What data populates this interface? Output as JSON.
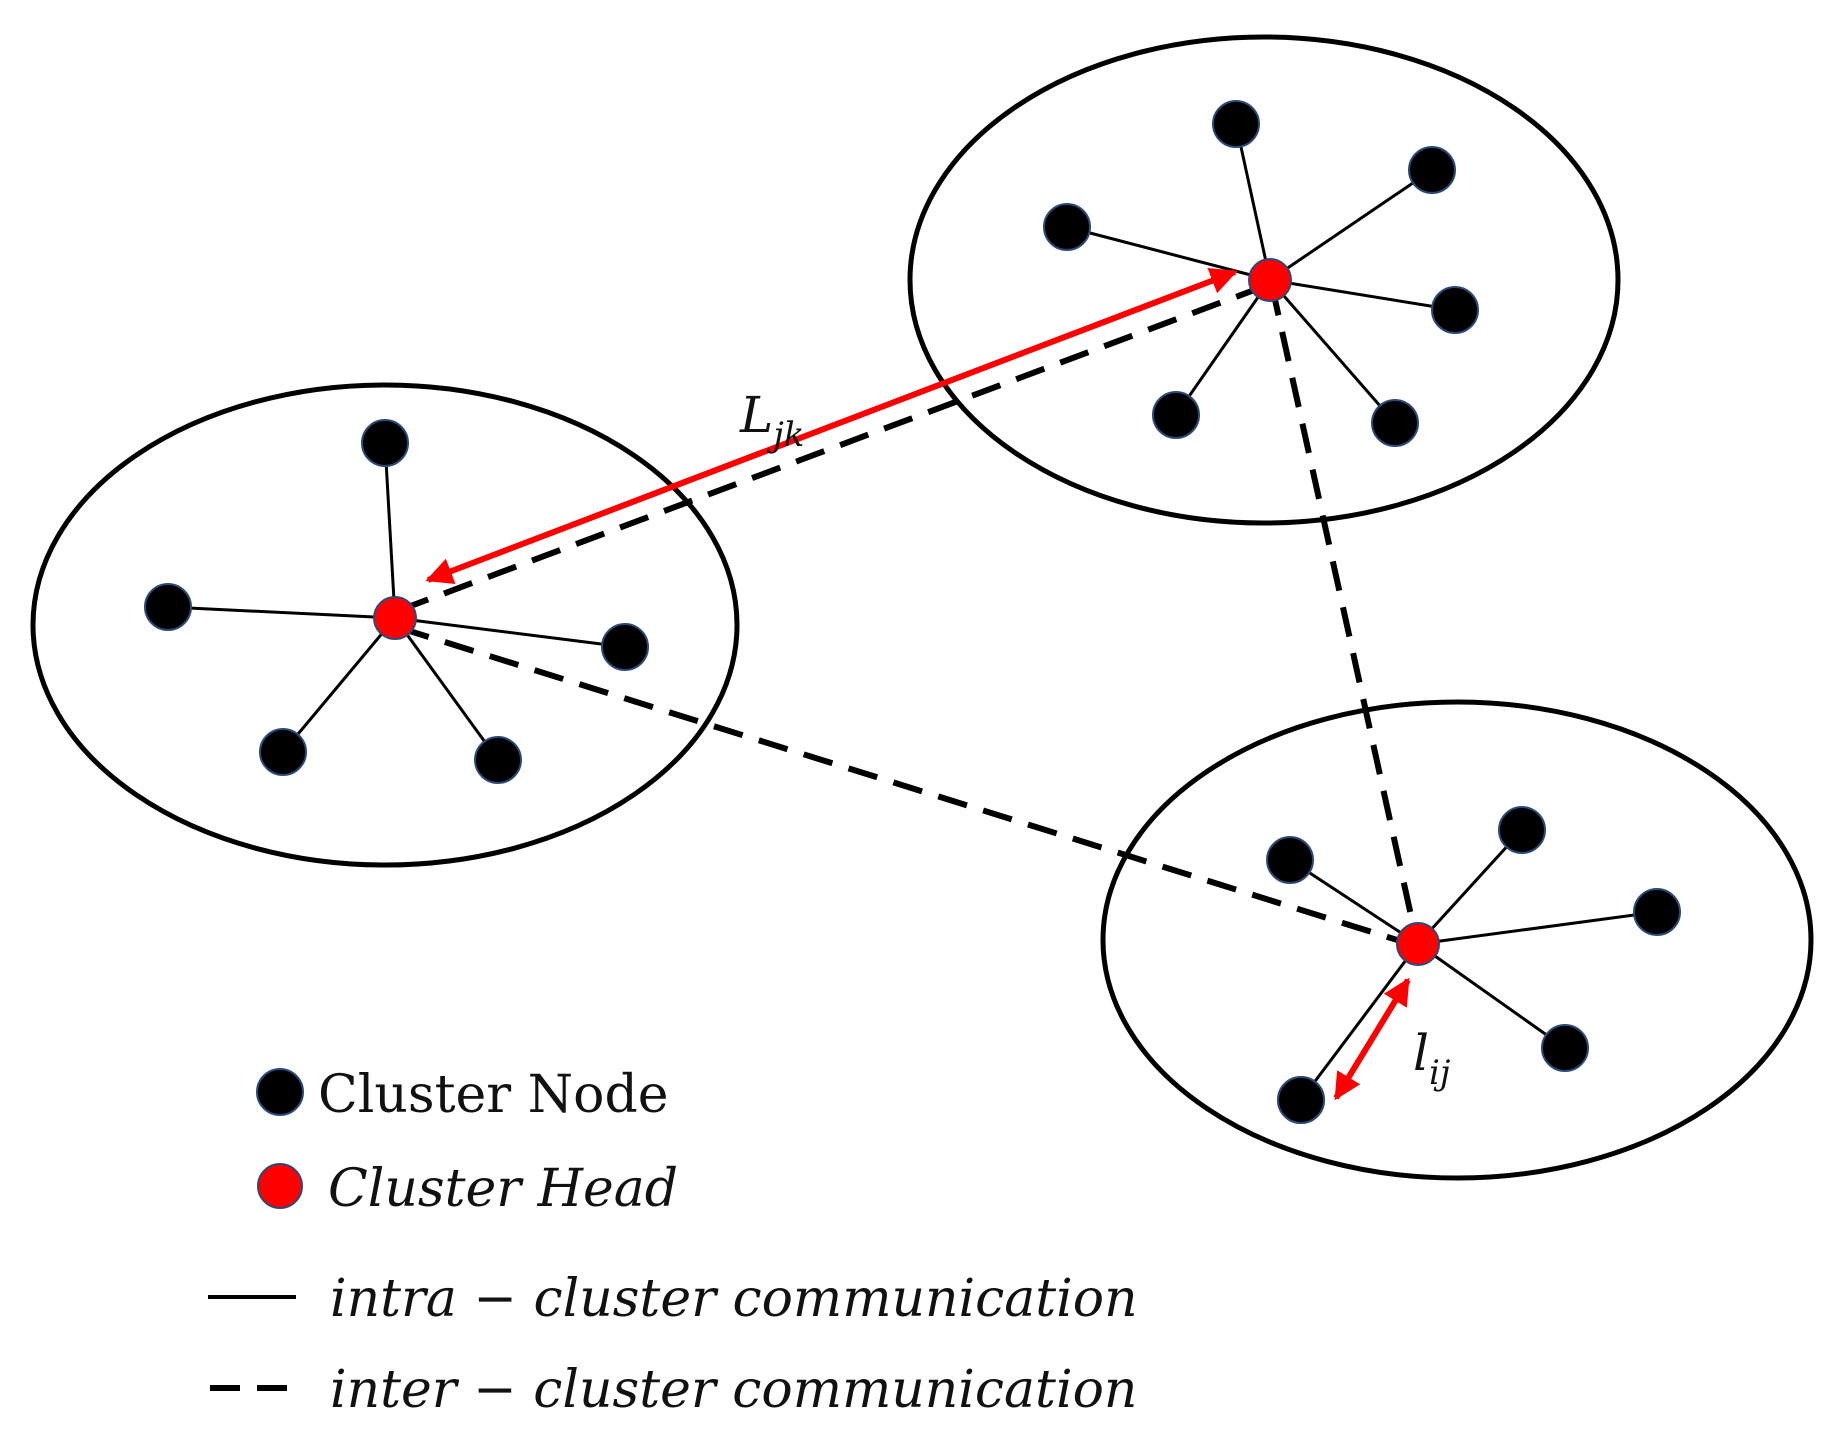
{
  "diagram": {
    "colors": {
      "node": "#000000",
      "node_outline": "#2b4a7a",
      "head": "#ff0000",
      "line": "#000000",
      "arrow": "#ff0000",
      "background": "#ffffff"
    },
    "labels": {
      "inter_distance": {
        "main": "L",
        "sub": "jk"
      },
      "intra_distance": {
        "main": "l",
        "sub": "ij"
      }
    },
    "legend": {
      "cluster_node": "Cluster Node",
      "cluster_head": "Cluster Head",
      "intra": "intra − cluster communication",
      "inter": "inter − cluster communication"
    }
  }
}
